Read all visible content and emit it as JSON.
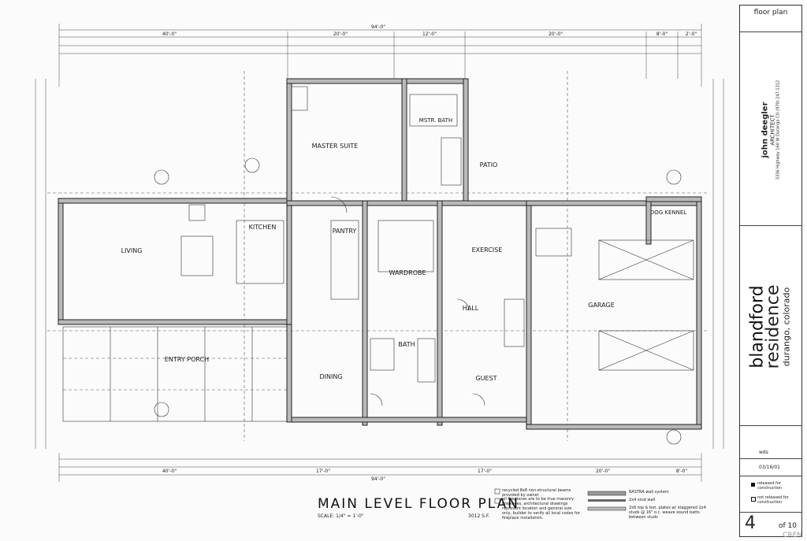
{
  "sheet_title": "floor plan",
  "plan_title": "MAIN LEVEL FLOOR PLAN",
  "scale": "SCALE: 1/4\" = 1'-0\"",
  "area": "3012 S.F.",
  "project": {
    "name_line1": "blandford",
    "name_line2": "residence",
    "location": "durango, colorado"
  },
  "firm": {
    "name": "john deegler",
    "type": "ARCHITECT",
    "address": "3336 Highway 160 W  Durango CO  (970) 247-1312"
  },
  "rooms": {
    "master_suite": "MASTER SUITE",
    "mstr_bath": "MSTR. BATH",
    "patio": "PATIO",
    "kitchen": "KITCHEN",
    "living": "LIVING",
    "pantry": "PANTRY",
    "wardrobe": "WARDROBE",
    "exercise": "EXERCISE",
    "dog_kennel": "DOG KENNEL",
    "garage": "GARAGE",
    "hall": "HALL",
    "bath": "BATH",
    "entry_porch": "ENTRY PORCH",
    "dining": "DINING",
    "guest": "GUEST"
  },
  "dims_top": [
    "40'-0\"",
    "20'-0\"",
    "12'-0\"",
    "20'-0\"",
    "8'-0\"",
    "2'-0\""
  ],
  "dims_bottom": [
    "40'-0\"",
    "17'-0\"",
    "17'-0\"",
    "20'-0\"",
    "8'-0\""
  ],
  "overall_dim": "94'-0\"",
  "legend": {
    "note1": "recycled 8x8 non-structural beams provided by owner",
    "note2": "all fireplaces are to be true masonry fireplaces, architectural drawings represent location and general size only, builder to verify all local codes for fireplace installation.",
    "wall1": "RASTRA wall system",
    "wall2": "2x4 stud wall",
    "wall3": "2x6 top & bot. plates w/ staggered 2x4 studs @ 16\" o.c. weave sound batts between studs"
  },
  "revisions": {
    "drawn": "wds",
    "date": "03/16/01",
    "opt1": "released for construction",
    "opt2": "not released for construction"
  },
  "sheet_number": "4",
  "sheet_of": "of 10",
  "watermark": "CREN"
}
